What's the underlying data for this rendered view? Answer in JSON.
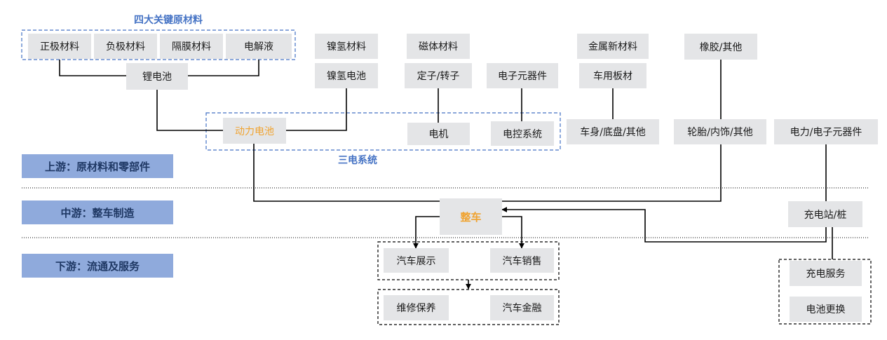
{
  "captions": {
    "four_materials": "四大关键原材料",
    "three_electric": "三电系统"
  },
  "stages": {
    "upstream": "上游：原材料和零部件",
    "midstream": "中游：整车制造",
    "downstream": "下游：流通及服务"
  },
  "nodes": {
    "cathode": "正极材料",
    "anode": "负极材料",
    "separator": "隔膜材料",
    "electrolyte": "电解液",
    "lithium_battery": "锂电池",
    "nimh_material": "镍氢材料",
    "nimh_battery": "镍氢电池",
    "magnetic_material": "磁体材料",
    "stator_rotor": "定子/转子",
    "electronic_components": "电子元器件",
    "metal_material": "金属新材料",
    "vehicle_sheet": "车用板材",
    "rubber_other": "橡胶/其他",
    "power_battery": "动力电池",
    "motor": "电机",
    "electric_control": "电控系统",
    "body_chassis": "车身/底盘/其他",
    "tire_interior": "轮胎/内饰/其他",
    "power_electronics": "电力/电子元器件",
    "vehicle": "整车",
    "charging_station": "充电站/桩",
    "car_display": "汽车展示",
    "car_sales": "汽车销售",
    "maintenance": "维修保养",
    "car_finance": "汽车金融",
    "charging_service": "充电服务",
    "battery_swap": "电池更换"
  },
  "colors": {
    "box": "#e4e5e7",
    "stage": "#8faadc",
    "accent_blue": "#4472c4",
    "accent_orange": "#f0a330"
  }
}
